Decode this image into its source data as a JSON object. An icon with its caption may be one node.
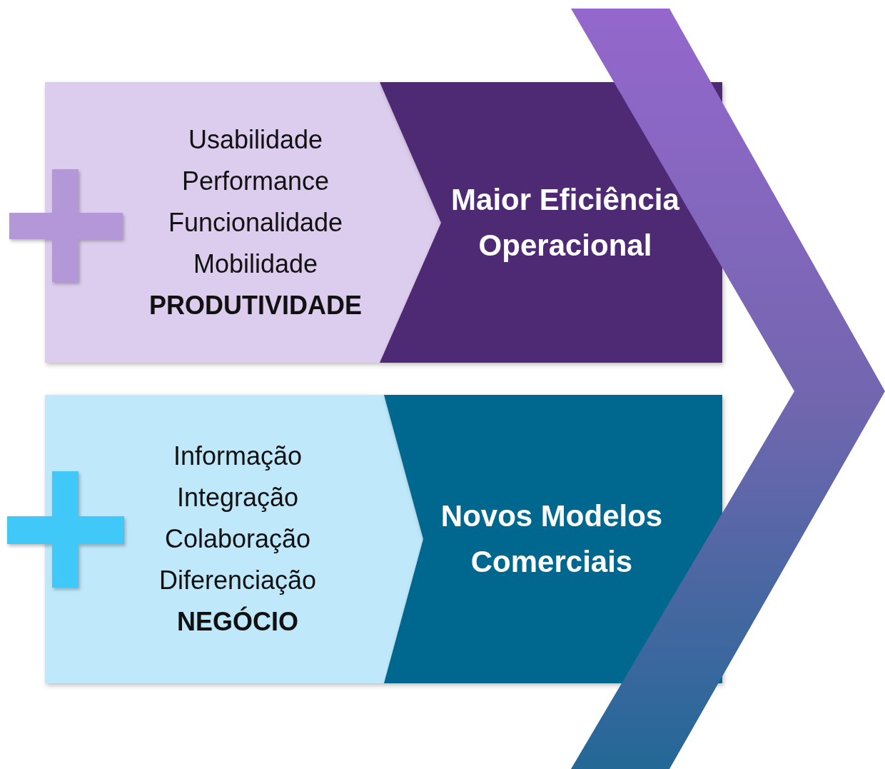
{
  "diagram": {
    "nodes": [
      {
        "text": [
          "Usabilidade",
          "Performance",
          "Funcionalidade",
          "Mobilidade",
          "PRODUTIVIDADE"
        ]
      },
      {
        "text": [
          "Maior Eficiência Operacional"
        ]
      },
      {
        "text": [
          "Informação",
          "Integração",
          "Colaboração",
          "Diferenciação",
          "NEGÓCIO"
        ]
      },
      {
        "text": [
          "Novos Modelos Comerciais"
        ]
      }
    ]
  }
}
